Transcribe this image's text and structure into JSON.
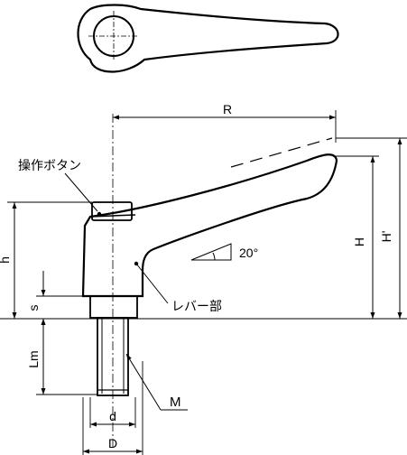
{
  "labels": {
    "R": "R",
    "H": "H",
    "H_prime": "H'",
    "h": "h",
    "s": "s",
    "Lm": "Lm",
    "M": "M",
    "d": "d",
    "D": "D",
    "angle": "20°",
    "button": "操作ボタン",
    "lever": "レバー部"
  }
}
